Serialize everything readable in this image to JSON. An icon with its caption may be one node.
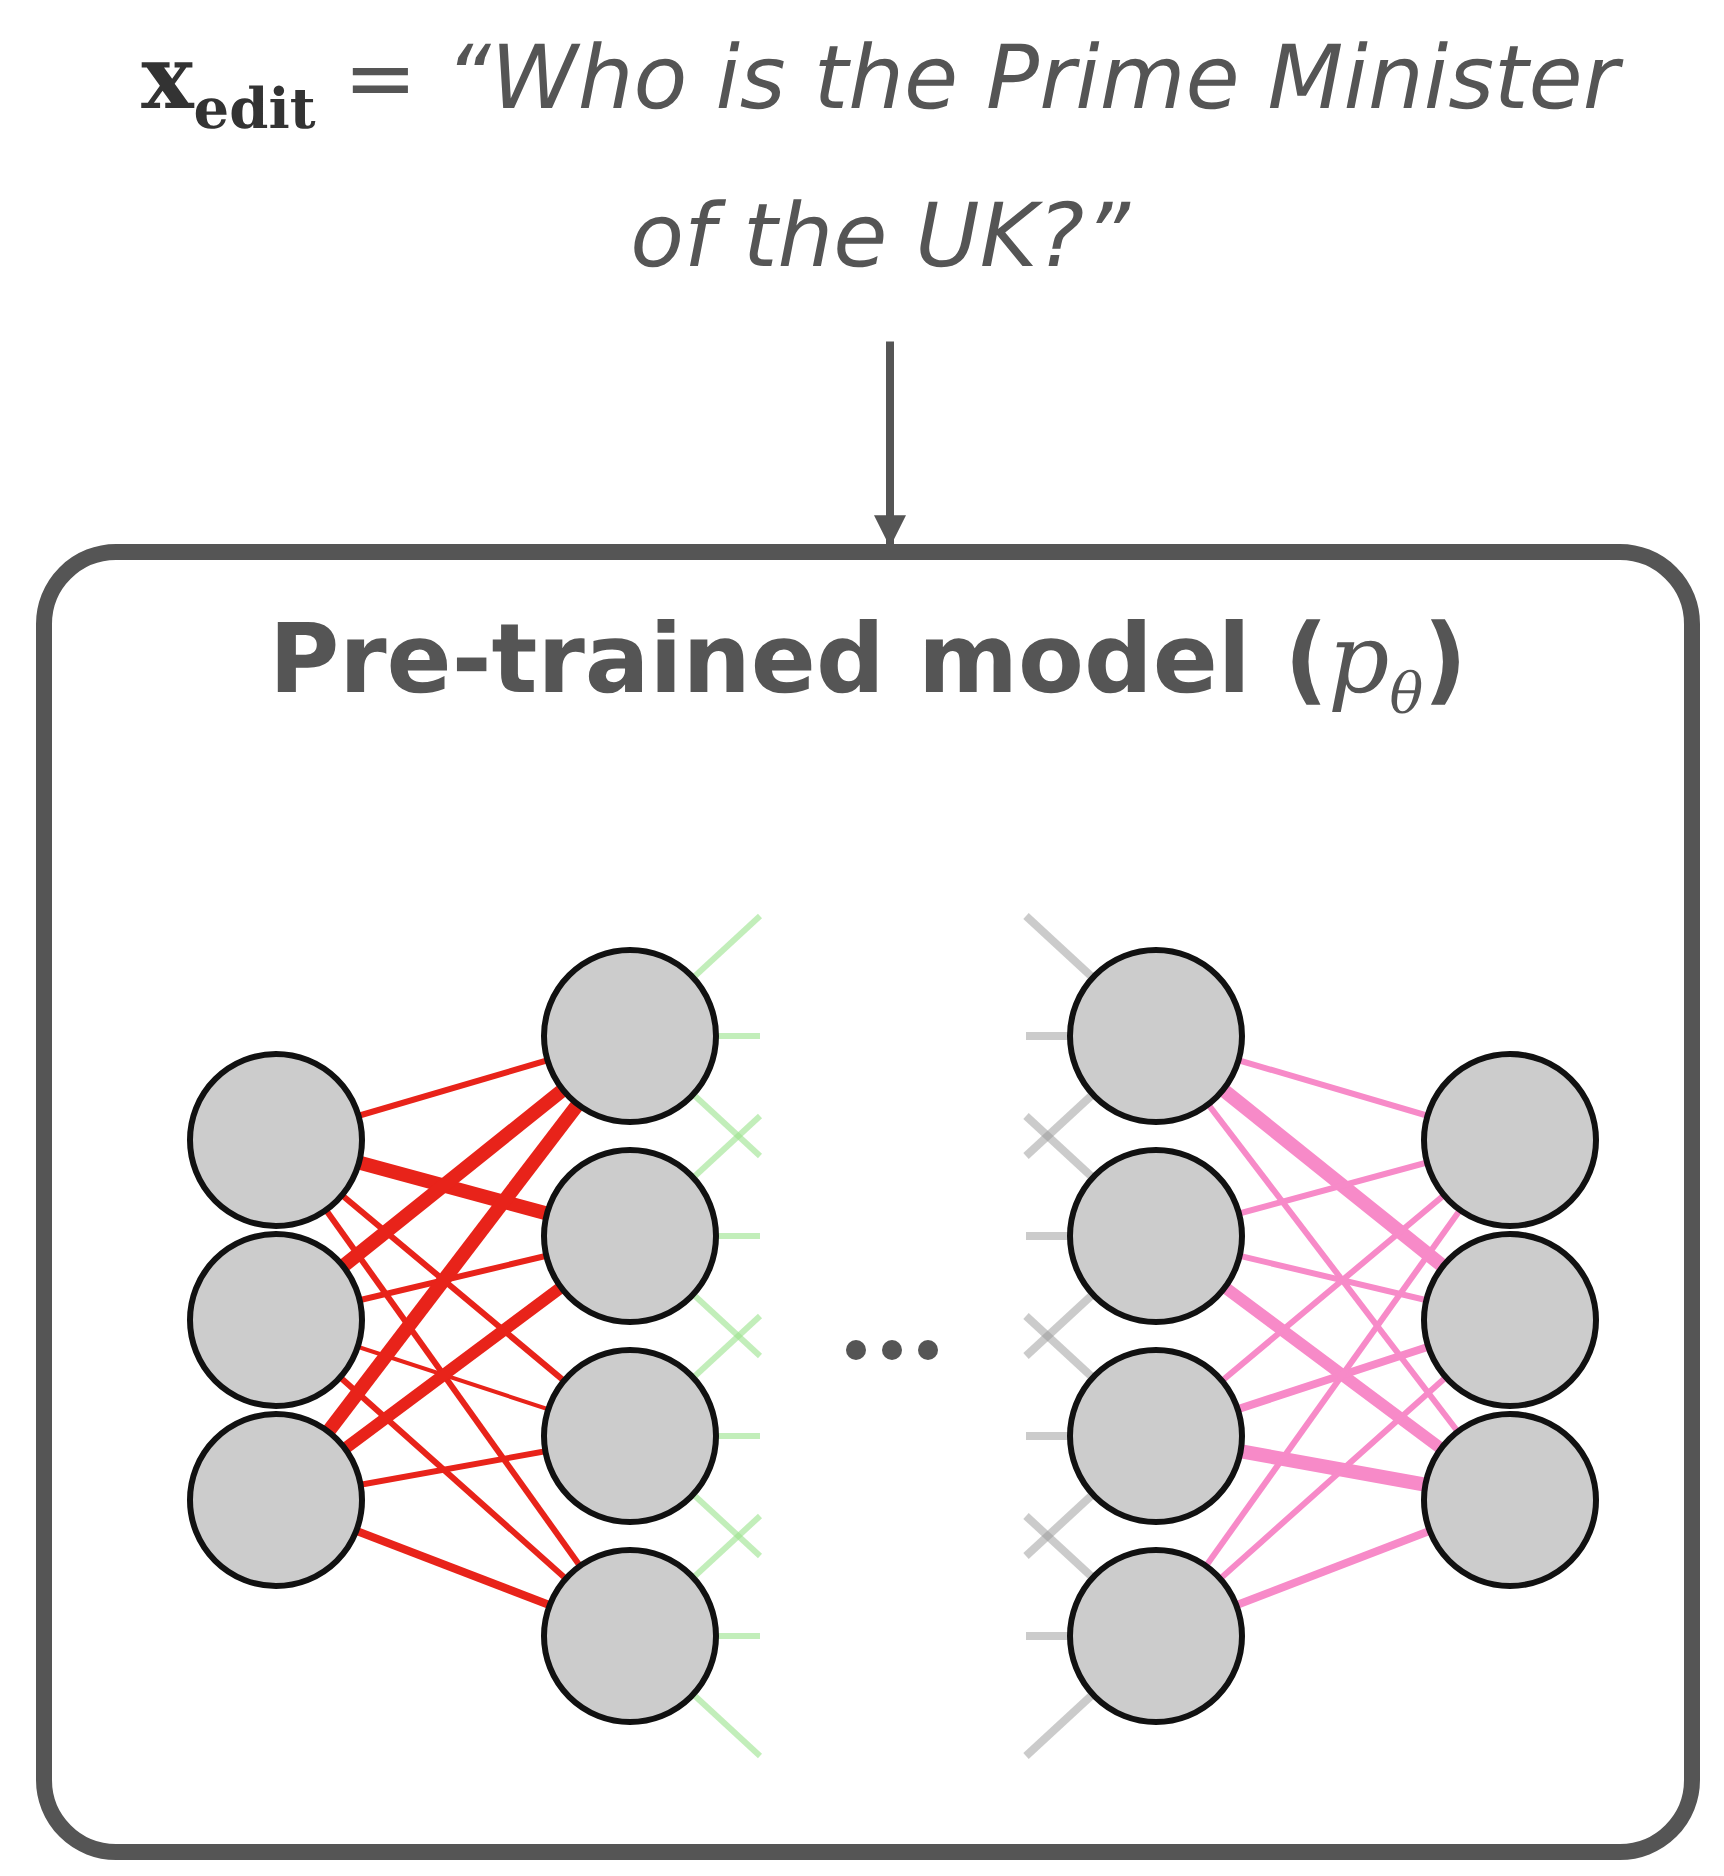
{
  "diagram": {
    "nodes": [
      {
        "text": [
          "**x**$_{edit}$ = *“Who is the Prime Minister of the UK?”*"
        ]
      },
      {
        "text": [
          "Pre-trained model (*p*$_{θ}$)"
        ]
      }
    ],
    "edges": [
      {
        "from": 0,
        "to": 1,
        "arrow": "to"
      }
    ]
  }
}
